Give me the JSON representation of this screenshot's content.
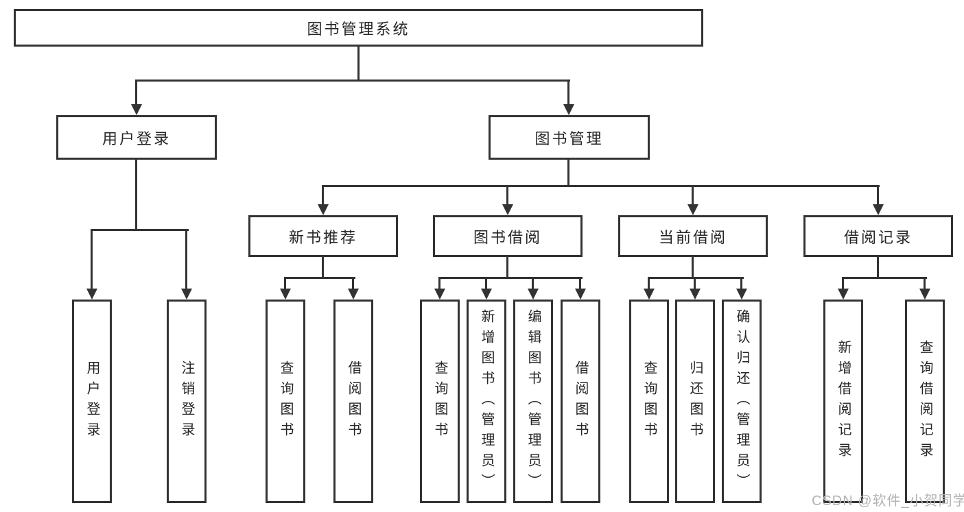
{
  "diagram": {
    "watermark": "CSDN @软件_小贺同学",
    "colors": {
      "line": "#333333",
      "box_background": "#ffffff",
      "text": "#262626",
      "watermark_text": "#b3b3b3"
    },
    "tree": {
      "label": "图书管理系统",
      "children": [
        {
          "label": "用户登录",
          "children": [
            {
              "label": "用户登录"
            },
            {
              "label": "注销登录"
            }
          ]
        },
        {
          "label": "图书管理",
          "children": [
            {
              "label": "新书推荐",
              "children": [
                {
                  "label": "查询图书"
                },
                {
                  "label": "借阅图书"
                }
              ]
            },
            {
              "label": "图书借阅",
              "children": [
                {
                  "label": "查询图书"
                },
                {
                  "label": "新增图书（管理员）"
                },
                {
                  "label": "编辑图书（管理员）"
                },
                {
                  "label": "借阅图书"
                }
              ]
            },
            {
              "label": "当前借阅",
              "children": [
                {
                  "label": "查询图书"
                },
                {
                  "label": "归还图书"
                },
                {
                  "label": "确认归还（管理员）"
                }
              ]
            },
            {
              "label": "借阅记录",
              "children": [
                {
                  "label": "新增借阅记录"
                },
                {
                  "label": "查询借阅记录"
                }
              ]
            }
          ]
        }
      ]
    }
  }
}
